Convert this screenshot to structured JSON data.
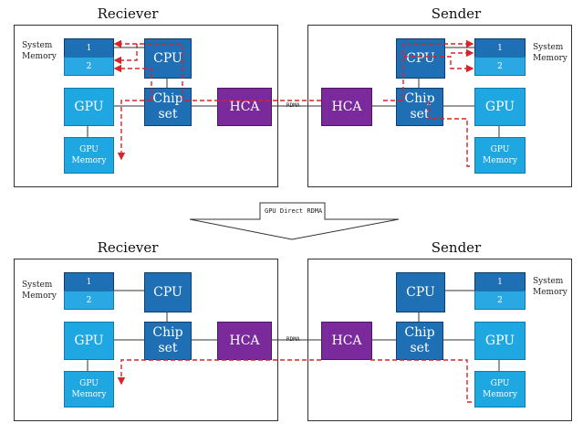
{
  "top": {
    "receiver_title": "Reciever",
    "sender_title": "Sender",
    "receiver": {
      "system_memory_label": "System\nMemory",
      "mem1": "1",
      "mem2": "2",
      "cpu": "CPU",
      "chipset": "Chip\nset",
      "gpu": "GPU",
      "gpu_memory": "GPU\nMemory",
      "hca": "HCA"
    },
    "sender": {
      "system_memory_label": "System\nMemory",
      "mem1": "1",
      "mem2": "2",
      "cpu": "CPU",
      "chipset": "Chip\nset",
      "gpu": "GPU",
      "gpu_memory": "GPU\nMemory",
      "hca": "HCA"
    },
    "link_label": "RDMA"
  },
  "transition_label": "GPU Direct RDMA",
  "bottom": {
    "receiver_title": "Reciever",
    "sender_title": "Sender",
    "receiver": {
      "system_memory_label": "System\nMemory",
      "mem1": "1",
      "mem2": "2",
      "cpu": "CPU",
      "chipset": "Chip\nset",
      "gpu": "GPU",
      "gpu_memory": "GPU\nMemory",
      "hca": "HCA"
    },
    "sender": {
      "system_memory_label": "System\nMemory",
      "mem1": "1",
      "mem2": "2",
      "cpu": "CPU",
      "chipset": "Chip\nset",
      "gpu": "GPU",
      "gpu_memory": "GPU\nMemory",
      "hca": "HCA"
    },
    "link_label": "RDMA"
  },
  "colors": {
    "cpu_chipset": "#1f6fb4",
    "gpu": "#1ea7e1",
    "hca": "#7a2a9a",
    "data_path": "#d9232a"
  }
}
